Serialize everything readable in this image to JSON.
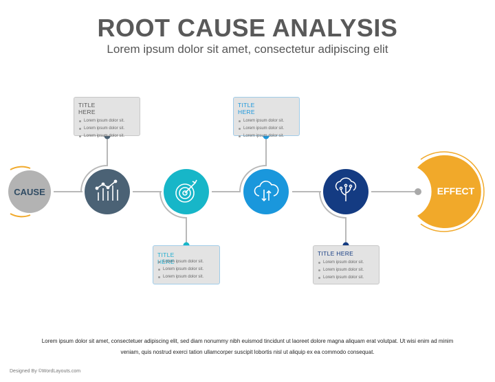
{
  "header": {
    "title": "ROOT CAUSE ANALYSIS",
    "subtitle": "Lorem ipsum dolor sit amet, consectetur adipiscing elit"
  },
  "nodes": {
    "cause": {
      "label": "CAUSE",
      "color": "#b3b3b3",
      "accent": "#f1a92a"
    },
    "effect": {
      "label": "EFFECT",
      "color": "#f1a92a"
    },
    "steps": [
      {
        "icon": "line-chart-icon",
        "color": "#4b6275"
      },
      {
        "icon": "target-icon",
        "color": "#17b6c8"
      },
      {
        "icon": "cloud-upload-download-icon",
        "color": "#1a97dc"
      },
      {
        "icon": "idea-tree-icon",
        "color": "#143b82"
      }
    ]
  },
  "boxes": [
    {
      "title": "TITLE HERE",
      "title_color": "#555555",
      "items": [
        "Lorem ipsum dolor sit.",
        "Lorem ipsum dolor sit.",
        "Lorem ipsum dolor sit."
      ]
    },
    {
      "title": "TITLE HERE",
      "title_color": "#1eaed0",
      "items": [
        "Lorem ipsum dolor sit.",
        "Lorem ipsum dolor sit.",
        "Lorem ipsum dolor sit."
      ]
    },
    {
      "title": "TITLE HERE",
      "title_color": "#1a97dc",
      "items": [
        "Lorem ipsum dolor sit.",
        "Lorem ipsum dolor sit.",
        "Lorem ipsum dolor sit."
      ]
    },
    {
      "title": "TITLE HERE",
      "title_color": "#143b82",
      "items": [
        "Lorem ipsum dolor sit.",
        "Lorem ipsum dolor sit.",
        "Lorem ipsum dolor sit."
      ]
    }
  ],
  "footer_text": {
    "line1": "Lorem ipsum dolor sit amet, consectetuer adipiscing elit, sed diam nonummy nibh euismod tincidunt ut laoreet dolore magna aliquam erat volutpat. Ut wisi enim ad minim",
    "line2": "veniam, quis nostrud exerci tation ullamcorper suscipit lobortis nisl ut aliquip ex ea commodo consequat."
  },
  "credit": "Designed By ©WordLayouts.com"
}
